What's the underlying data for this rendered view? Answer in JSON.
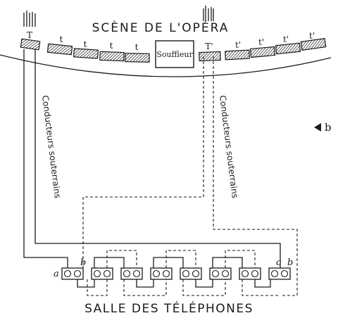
{
  "title_top": "SCÈNE DE L'OPÉRA",
  "title_bottom": "SALLE DES TÉLÉPHONES",
  "prompter_box": "Souffleur",
  "conduit_left": "Conducteurs souterrains",
  "conduit_right": "Conducteurs souterrains",
  "figure_marker": "b",
  "stage_labels": [
    "T",
    "t",
    "t",
    "t",
    "t",
    "T'",
    "t'",
    "t'",
    "t'",
    "t'"
  ],
  "receiver_letters": {
    "a": "a",
    "b_left": "b",
    "c": "c",
    "b_right": "b"
  }
}
